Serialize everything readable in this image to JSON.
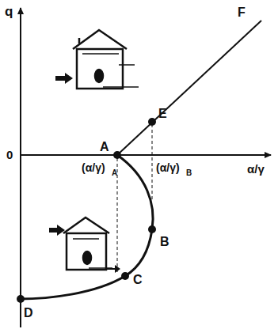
{
  "diagram": {
    "labels": [
      "q",
      "0",
      "F",
      "A",
      "E",
      "(α/γ)",
      "A",
      "(α/γ)",
      "B",
      "α/γ",
      "B",
      "C",
      "D"
    ]
  }
}
